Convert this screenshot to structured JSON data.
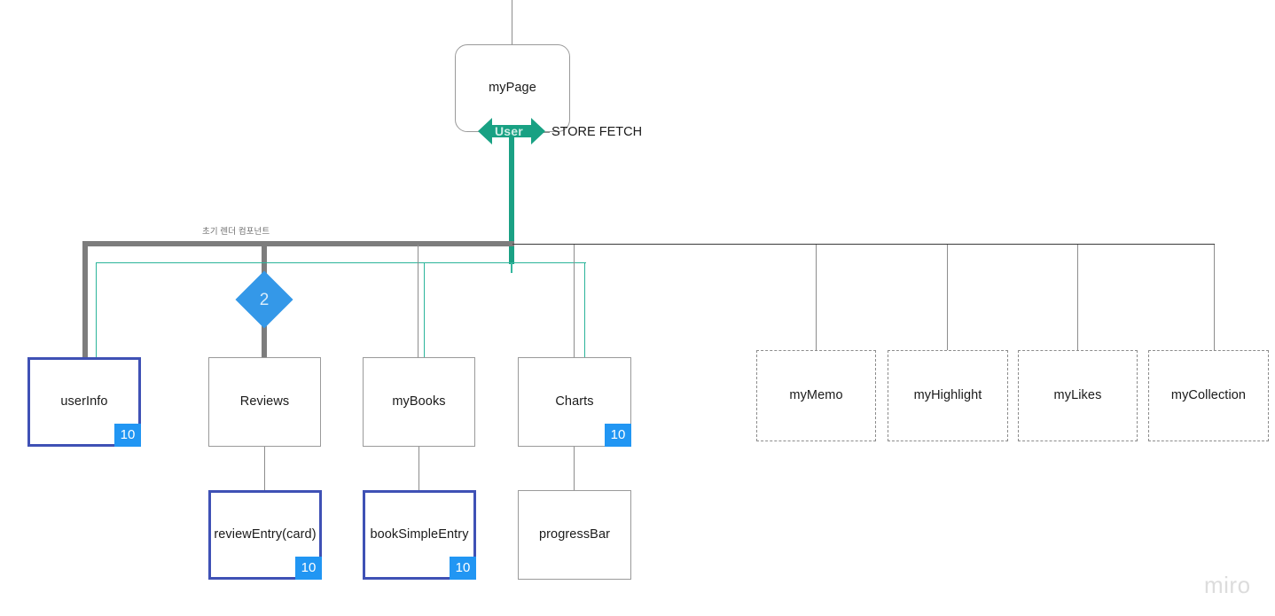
{
  "board": {
    "watermark": "miro",
    "notes": [
      {
        "id": "initial-render",
        "text": "초기 렌더 컴포넌트"
      },
      {
        "id": "store-fetch",
        "text": "STORE FETCH"
      }
    ]
  },
  "colors": {
    "badge_blue": "#2196f3",
    "gate_blue": "#3498e8",
    "highlight_border": "#3f51b5",
    "teal": "#1aa184",
    "bus_gray": "#7d7d7d",
    "thin_gray": "#8d8d8d",
    "dark_line": "#3a3a3a",
    "dashed_gray": "#8c8c8c",
    "watermark_gray": "#dcdcdc"
  },
  "root": {
    "label": "myPage",
    "shape": "rounded-rect"
  },
  "gate": {
    "label": "2",
    "shape": "diamond"
  },
  "user_marker": {
    "label": "User",
    "shape": "double-arrow"
  },
  "nodes": {
    "level1": [
      {
        "id": "userInfo",
        "label": "userInfo",
        "style": "highlight",
        "badge": "10"
      },
      {
        "id": "reviews",
        "label": "Reviews",
        "style": "solid-thin",
        "badge": null
      },
      {
        "id": "myBooks",
        "label": "myBooks",
        "style": "solid-thin",
        "badge": null
      },
      {
        "id": "charts",
        "label": "Charts",
        "style": "solid-thin",
        "badge": "10"
      }
    ],
    "level1_dashed": [
      {
        "id": "myMemo",
        "label": "myMemo",
        "style": "dashed",
        "badge": null
      },
      {
        "id": "myHighlight",
        "label": "myHighlight",
        "style": "dashed",
        "badge": null
      },
      {
        "id": "myLikes",
        "label": "myLikes",
        "style": "dashed",
        "badge": null
      },
      {
        "id": "myCollection",
        "label": "myCollection",
        "style": "dashed",
        "badge": null
      }
    ],
    "level2": [
      {
        "id": "reviewEntry",
        "label": "reviewEntry(card)",
        "style": "highlight",
        "badge": "10"
      },
      {
        "id": "bookSimpleEntry",
        "label": "bookSimpleEntry",
        "style": "highlight",
        "badge": "10"
      },
      {
        "id": "progressBar",
        "label": "progressBar",
        "style": "solid-thin",
        "badge": null
      }
    ]
  }
}
